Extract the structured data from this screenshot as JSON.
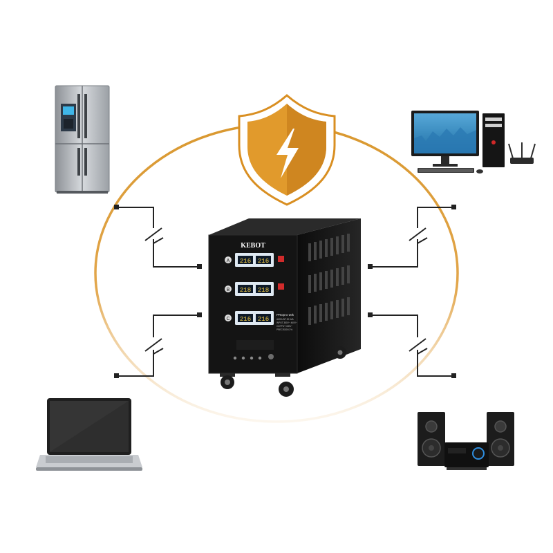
{
  "product": {
    "brand": "KEBOT",
    "model_label": "PROpro-20k",
    "spec_lines": [
      "AMOUNT 20 kVA",
      "INPUT 380V~ 440V~",
      "OUTPUT 400V~",
      "PRECISION 2%"
    ],
    "phases": [
      {
        "label": "A",
        "in_reading": "216",
        "out_reading": "216"
      },
      {
        "label": "B",
        "in_reading": "218",
        "out_reading": "218"
      },
      {
        "label": "C",
        "in_reading": "216",
        "out_reading": "216"
      }
    ]
  },
  "devices": [
    "refrigerator",
    "desktop-computer",
    "laptop",
    "audio-system"
  ],
  "colors": {
    "shield": "#e0962a",
    "shield_dark": "#b8741c",
    "ring": "#d9a04a",
    "cabinet": "#121212",
    "display": "#dfe9f2"
  }
}
